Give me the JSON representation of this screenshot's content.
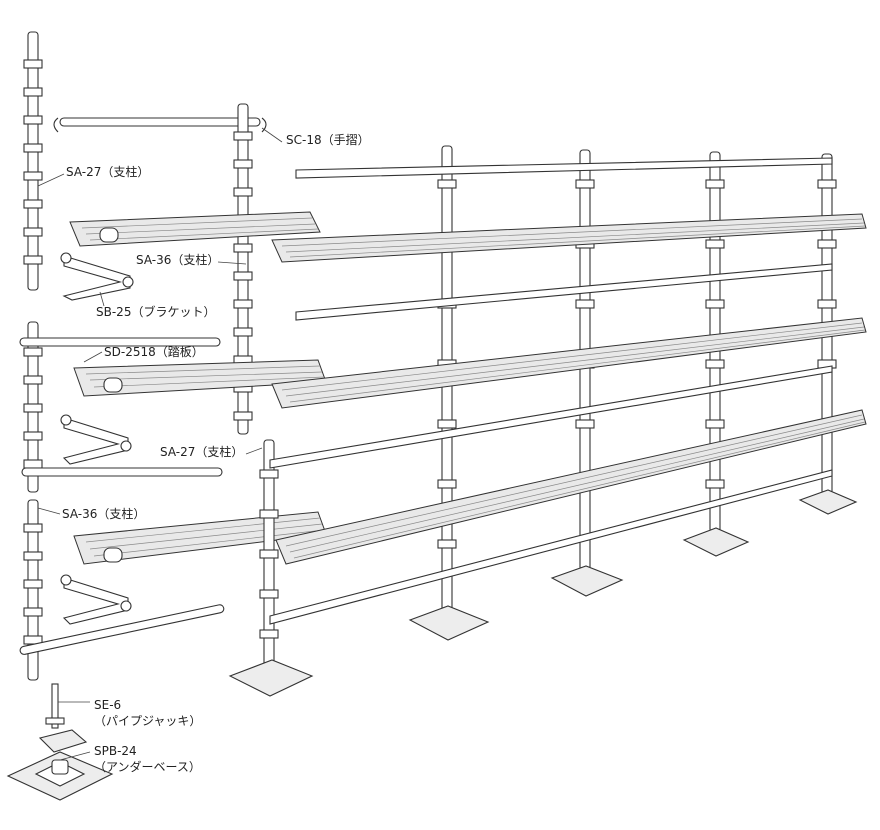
{
  "labels": {
    "sc18": "SC-18（手摺）",
    "sa27_top": "SA-27（支柱）",
    "sa36_top": "SA-36（支柱）",
    "sb25": "SB-25（ブラケット）",
    "sd2518": "SD-2518（踏板）",
    "sa27_mid": "SA-27（支柱）",
    "sa36_low": "SA-36（支柱）",
    "se6_code": "SE-6",
    "se6_name": "（パイプジャッキ）",
    "spb24_code": "SPB-24",
    "spb24_name": "（アンダーベース）"
  }
}
